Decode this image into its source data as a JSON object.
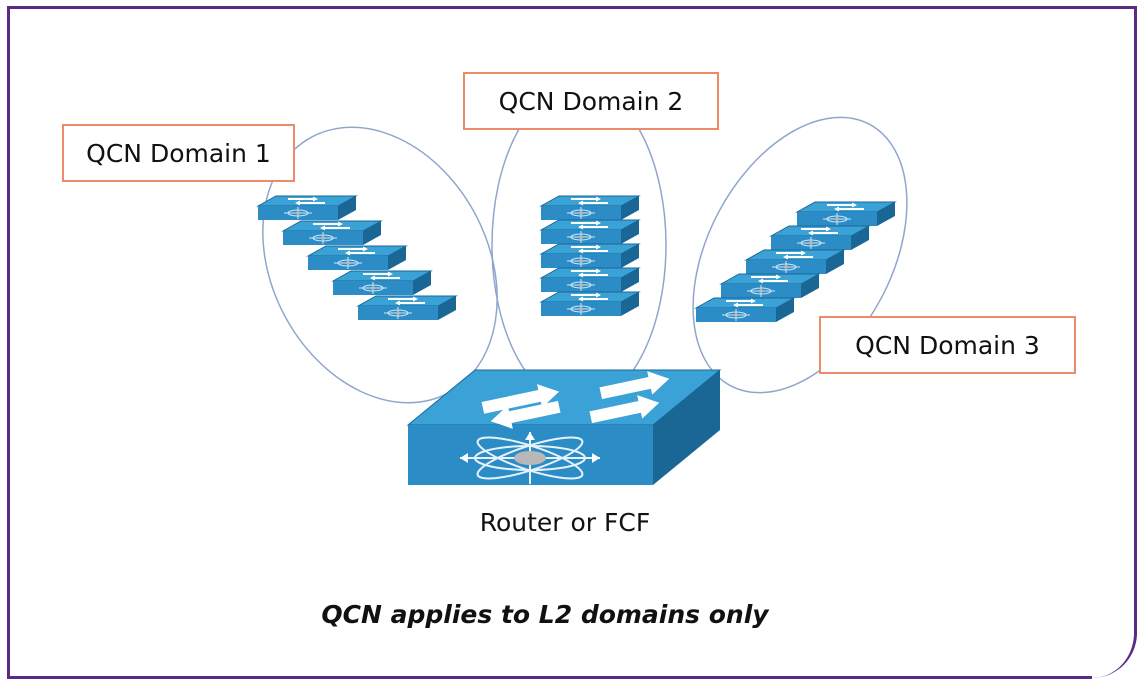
{
  "domains": [
    {
      "label": "QCN Domain 1"
    },
    {
      "label": "QCN Domain 2"
    },
    {
      "label": "QCN Domain 3"
    }
  ],
  "router": {
    "label": "Router or FCF"
  },
  "footnote": "QCN applies to L2 domains only",
  "colors": {
    "frame": "#5b2a86",
    "label_border": "#ee8a6a",
    "ellipse_stroke": "#8fa6cc",
    "switch_top": "#3aa2d6",
    "switch_front": "#1f7fb8",
    "switch_side": "#1a6796"
  },
  "icons": {
    "switch": "layer2-switch-icon",
    "router": "multilayer-switch-icon"
  }
}
